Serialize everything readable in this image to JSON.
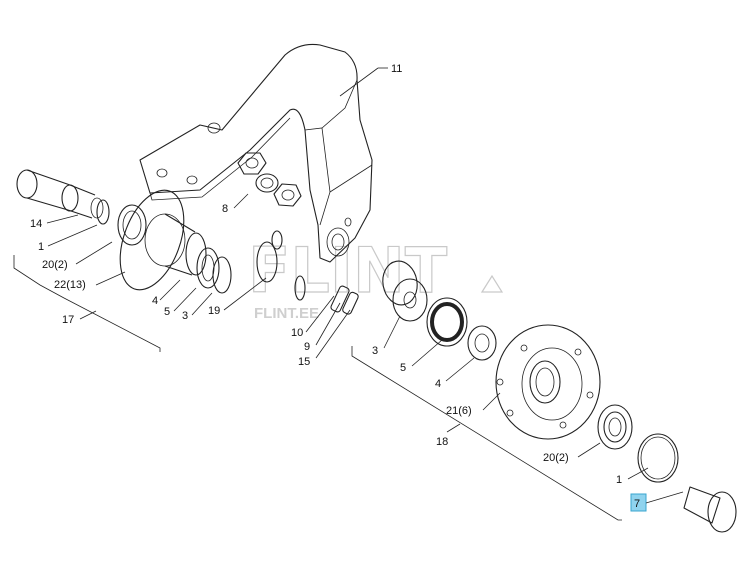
{
  "watermark": {
    "main": "FLINT",
    "sub": "FLINT.EE"
  },
  "highlight_color": "#8fd3ee",
  "callouts": {
    "c11": "11",
    "c14": "14",
    "c8": "8",
    "c1a": "1",
    "c20a": "20(2)",
    "c22": "22(13)",
    "c4a": "4",
    "c5a": "5",
    "c3a": "3",
    "c19": "19",
    "c17": "17",
    "c10": "10",
    "c9": "9",
    "c15": "15",
    "c3b": "3",
    "c5b": "5",
    "c4b": "4",
    "c21": "21(6)",
    "c18": "18",
    "c20b": "20(2)",
    "c1b": "1",
    "c7": "7"
  }
}
